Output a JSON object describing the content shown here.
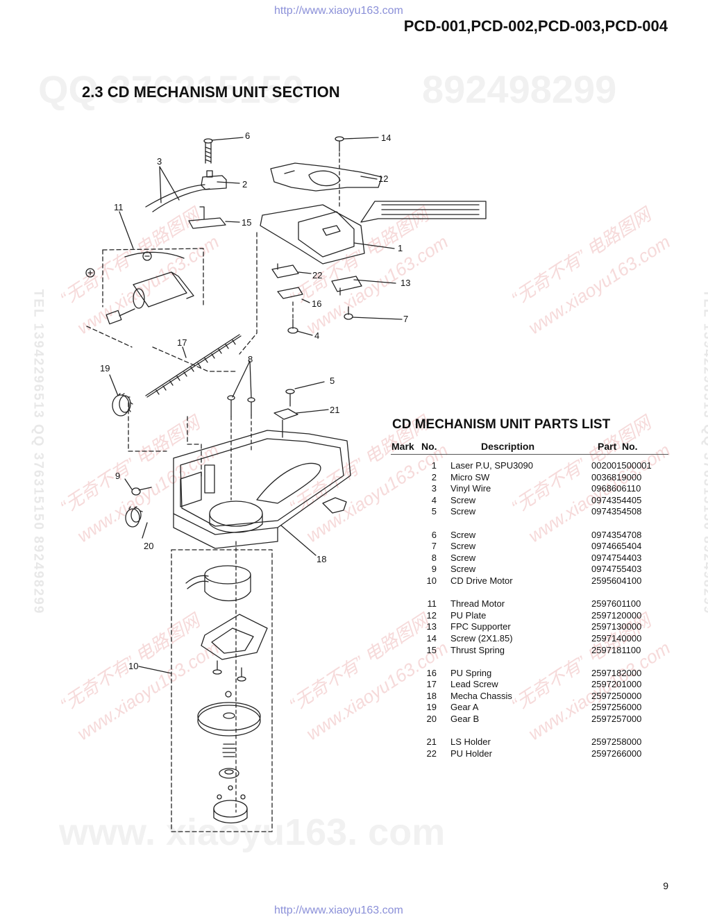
{
  "header": {
    "url_top": "http://www.xiaoyu163.com",
    "model": "PCD-001,PCD-002,PCD-003,PCD-004"
  },
  "section_title": "2.3 CD MECHANISM UNIT SECTION",
  "diagram": {
    "callouts": [
      "1",
      "2",
      "3",
      "4",
      "5",
      "6",
      "7",
      "8",
      "9",
      "10",
      "11",
      "12",
      "13",
      "14",
      "15",
      "16",
      "17",
      "18",
      "19",
      "20",
      "21",
      "22"
    ]
  },
  "parts_list": {
    "title": "CD MECHANISM UNIT PARTS LIST",
    "headers": {
      "mark": "Mark",
      "no": "No.",
      "description": "Description",
      "part_no": "Part  No."
    },
    "rows": [
      {
        "no": "1",
        "description": "Laser P.U, SPU3090",
        "part_no": "002001500001"
      },
      {
        "no": "2",
        "description": "Micro SW",
        "part_no": "0036819000"
      },
      {
        "no": "3",
        "description": "Vinyl Wire",
        "part_no": "0968606110"
      },
      {
        "no": "4",
        "description": "Screw",
        "part_no": "0974354405"
      },
      {
        "no": "5",
        "description": "Screw",
        "part_no": "0974354508"
      },
      {
        "no": "6",
        "description": "Screw",
        "part_no": "0974354708"
      },
      {
        "no": "7",
        "description": "Screw",
        "part_no": "0974665404"
      },
      {
        "no": "8",
        "description": "Screw",
        "part_no": "0974754403"
      },
      {
        "no": "9",
        "description": "Screw",
        "part_no": "0974755403"
      },
      {
        "no": "10",
        "description": "CD Drive Motor",
        "part_no": "2595604100"
      },
      {
        "no": "11",
        "description": "Thread Motor",
        "part_no": "2597601100"
      },
      {
        "no": "12",
        "description": "PU Plate",
        "part_no": "2597120000"
      },
      {
        "no": "13",
        "description": "FPC Supporter",
        "part_no": "2597130000"
      },
      {
        "no": "14",
        "description": "Screw (2X1.85)",
        "part_no": "2597140000"
      },
      {
        "no": "15",
        "description": "Thrust Spring",
        "part_no": "2597181100"
      },
      {
        "no": "16",
        "description": "PU Spring",
        "part_no": "2597182000"
      },
      {
        "no": "17",
        "description": "Lead Screw",
        "part_no": "2597201000"
      },
      {
        "no": "18",
        "description": "Mecha Chassis",
        "part_no": "2597250000"
      },
      {
        "no": "19",
        "description": "Gear A",
        "part_no": "2597256000"
      },
      {
        "no": "20",
        "description": "Gear B",
        "part_no": "2597257000"
      },
      {
        "no": "21",
        "description": "LS Holder",
        "part_no": "2597258000"
      },
      {
        "no": "22",
        "description": "PU Holder",
        "part_no": "2597266000"
      }
    ]
  },
  "page_number": "9",
  "footer": {
    "url_bottom": "http://www.xiaoyu163.com"
  },
  "watermarks": {
    "qq_left": "QQ 376315150",
    "qq_right": "892498299",
    "site_big": "www. xiaoyu163. com",
    "tel_side": "TEL 13942296513  QQ 376315150  892498299",
    "cn_line1": "“无奇不有” 电路图网",
    "cn_line2": "www.xiaoyu163.com"
  }
}
